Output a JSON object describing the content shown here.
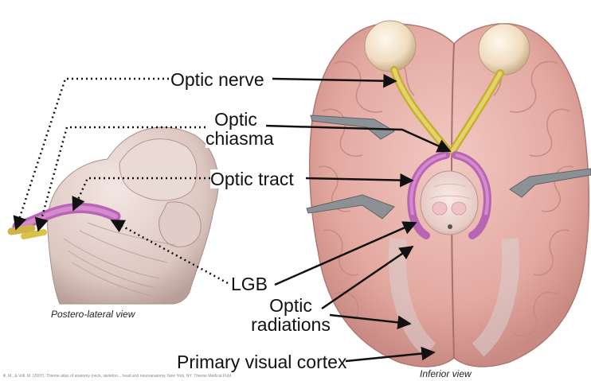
{
  "labels": {
    "optic_nerve": "Optic nerve",
    "optic_chiasma_line1": "Optic",
    "optic_chiasma_line2": "chiasma",
    "optic_tract": "Optic tract",
    "lgb": "LGB",
    "optic_radiations_line1": "Optic",
    "optic_radiations_line2": "radiations",
    "primary_visual_cortex": "Primary visual cortex"
  },
  "captions": {
    "postero_lateral": "Postero-lateral view",
    "inferior": "Inferior view"
  },
  "citation": "ill, M., & Voll, M. (2007). Thieme atlas of anatomy (neck, skeleton... head and neuroanatomy. New York, NY: Thieme Medical Publ.",
  "colors": {
    "brain": "#e8b3ac",
    "brain_shadow": "#c98a84",
    "optic_nerve_yellow": "#d8c24a",
    "optic_tract_pink": "#c77cc9",
    "background": "#ffffff"
  }
}
